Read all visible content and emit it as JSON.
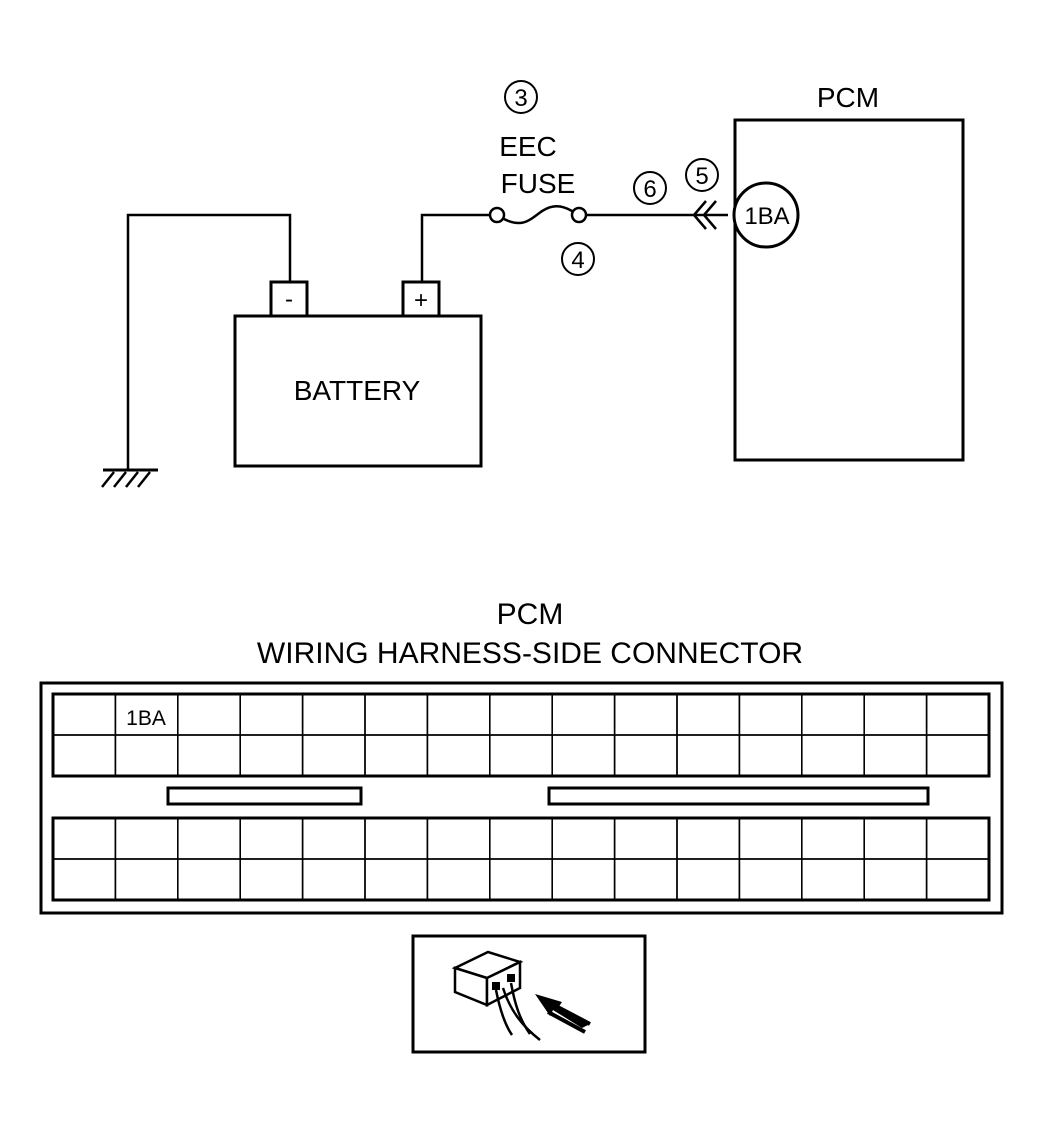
{
  "circuit": {
    "fuse_callout": "3",
    "fuse_label_line1": "EEC",
    "fuse_label_line2": "FUSE",
    "fuse_out_callout": "4",
    "wire_callout": "6",
    "terminal_callout": "5",
    "pcm_label": "PCM",
    "pcm_terminal": "1BA",
    "battery_label": "BATTERY",
    "battery_neg": "-",
    "battery_pos": "+",
    "ground_icon": "chassis-ground-icon",
    "fuse_icon": "fuse-symbol-icon",
    "connector_icon": "connector-chevron-icon"
  },
  "connector": {
    "title_line1": "PCM",
    "title_line2": "WIRING HARNESS-SIDE CONNECTOR",
    "highlighted_pin": "1BA",
    "columns_per_row": 15,
    "rows_upper": 2,
    "rows_lower": 2,
    "view_icon": "harness-connector-view-icon"
  },
  "colors": {
    "line": "#000000",
    "background": "#ffffff"
  }
}
